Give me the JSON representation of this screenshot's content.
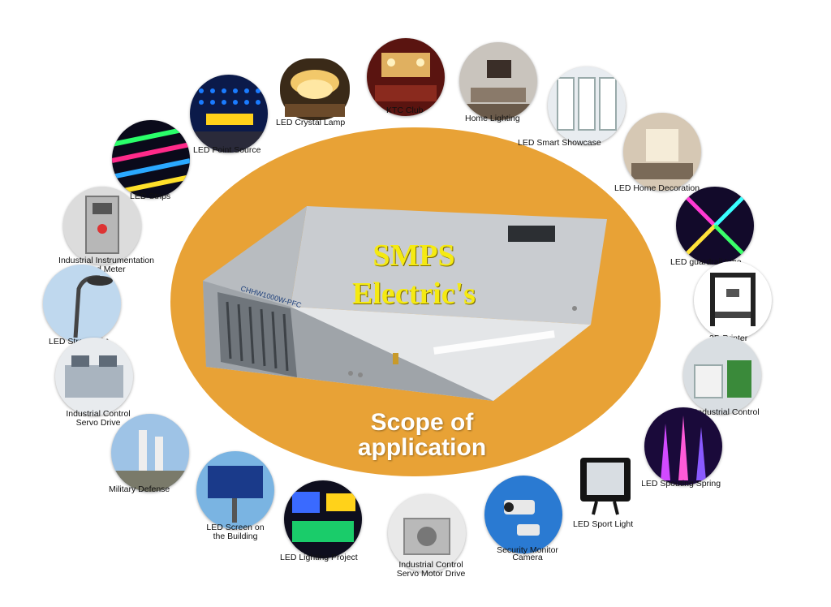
{
  "title_line1": "SMPS",
  "title_line2": "Electric's",
  "subtitle_line1": "Scope of",
  "subtitle_line2": "application",
  "product_label": "CHHW1000W-PFC",
  "colors": {
    "disc": "#e8a236",
    "title": "#f5ea12",
    "subtitle": "#ffffff"
  },
  "apps": {
    "led_point_source": "LED Point Source",
    "led_crystal_lamp": "LED Crystal Lamp",
    "ktc_club": "KTC Club",
    "home_lighting": "Home Lighting",
    "led_smart_showcase": "LED Smart Showcase",
    "led_strips": "LED Strips",
    "led_home_decoration": "LED Home Decoration",
    "industrial_instrumentation_1": "Industrial Instrumentation",
    "industrial_instrumentation_2": "and Meter",
    "led_guardrail_tube": "LED guardrail tube",
    "led_street_light": "LED Street light",
    "printer_3d": "3D Printer",
    "industrial_control_1": "Industrial Control",
    "industrial_control_2": "Servo Drive",
    "plc_industrial_control": "PLC Industrial Control",
    "military_defense": "Military Defense",
    "led_spouting_spring": "LED Spouting Spring",
    "led_screen_1": "LED Screen on",
    "led_screen_2": "the Building",
    "led_sport_light": "LED Sport Light",
    "led_lighting_project": "LED Lighting Project",
    "security_monitor_1": "Security Monitor",
    "security_monitor_2": "Camera",
    "servo_motor_1": "Industrial Control",
    "servo_motor_2": "Servo Motor Drive"
  }
}
